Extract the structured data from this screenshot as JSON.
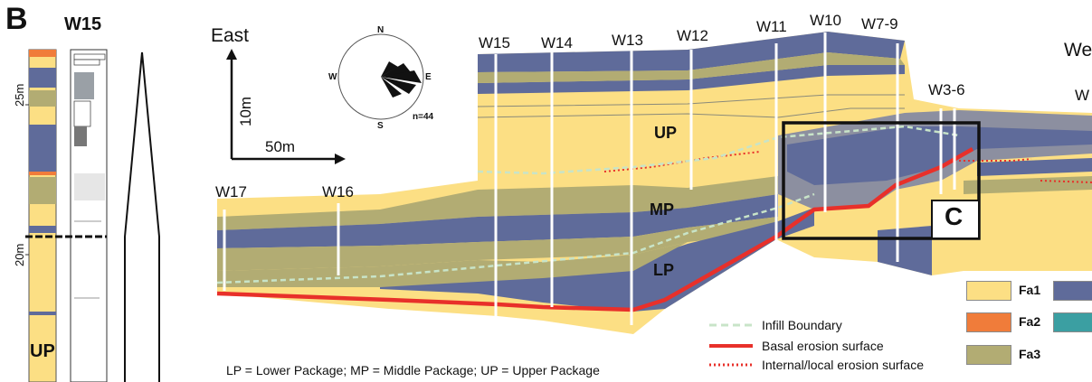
{
  "panel": {
    "letter": "B",
    "c_label": "C"
  },
  "log": {
    "title": "W15",
    "depth_labels": [
      "25m",
      "20m"
    ],
    "package_label": "UP"
  },
  "orientation": {
    "east_label": "East",
    "vertical_scale": "10m",
    "horizontal_scale": "50m",
    "west_label": "We"
  },
  "rose": {
    "n": "N",
    "s": "S",
    "e": "E",
    "w": "W",
    "count": "n=44"
  },
  "wells": [
    "W17",
    "W16",
    "W15",
    "W14",
    "W13",
    "W12",
    "W11",
    "W10",
    "W7-9",
    "W3-6",
    "W"
  ],
  "packages": [
    "UP",
    "MP",
    "LP"
  ],
  "line_legend": [
    {
      "label": "Infill Boundary",
      "color": "#c8e4c8",
      "style": "dashed"
    },
    {
      "label": "Basal erosion surface",
      "color": "#e8302a",
      "style": "solid"
    },
    {
      "label": "Internal/local erosion surface",
      "color": "#e8302a",
      "style": "dotted"
    }
  ],
  "facies_legend": [
    {
      "label": "Fa1",
      "color": "#fcdf84"
    },
    {
      "label": "Fa2",
      "color": "#f07c3a"
    },
    {
      "label": "Fa3",
      "color": "#b2ac73"
    },
    {
      "label": "",
      "color": "#5f6b9a"
    },
    {
      "label": "",
      "color": "#3b9fa2"
    }
  ],
  "footer": "LP = Lower Package; MP = Middle Package; UP = Upper Package",
  "colors": {
    "fa1": "#fcdf84",
    "fa3": "#b2ac73",
    "blue": "#5f6b9a",
    "red": "#e8302a"
  }
}
